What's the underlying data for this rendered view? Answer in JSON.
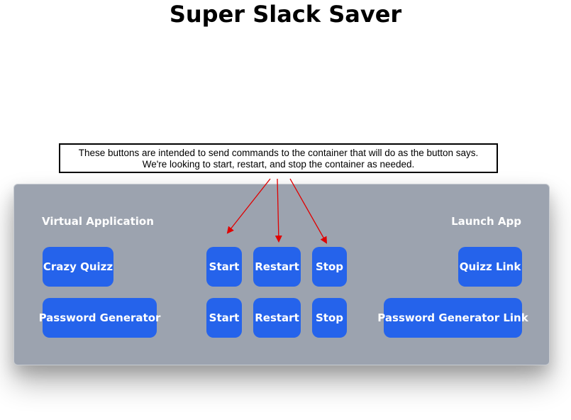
{
  "page": {
    "title": "Super Slack Saver"
  },
  "annotation": {
    "line1": "These buttons are intended to send commands to the container that will do as the button says.",
    "line2": "We're looking to start, restart, and stop the container as needed.",
    "arrow_color": "#e00000"
  },
  "panel": {
    "left_heading": "Virtual Application",
    "right_heading": "Launch App",
    "background": "#9ca3af",
    "button_color": "#2563eb",
    "rows": [
      {
        "app_label": "Crazy Quizz",
        "start_label": "Start",
        "restart_label": "Restart",
        "stop_label": "Stop",
        "link_label": "Quizz Link"
      },
      {
        "app_label": "Password Generator",
        "start_label": "Start",
        "restart_label": "Restart",
        "stop_label": "Stop",
        "link_label": "Password Generator Link"
      }
    ]
  }
}
